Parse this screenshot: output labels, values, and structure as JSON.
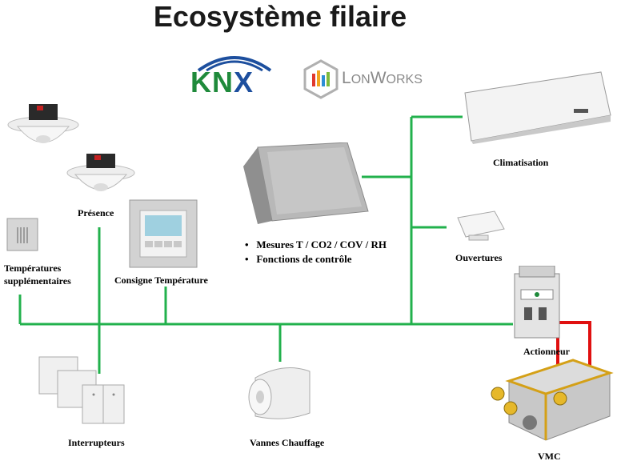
{
  "title": "Ecosystème filaire",
  "logos": {
    "knx": "KNX",
    "lonworks": "LonWorks"
  },
  "labels": {
    "presence": "Présence",
    "temperatures": "Températures supplémentaires",
    "temperatures_line1": "Températures",
    "temperatures_line2": "supplémentaires",
    "consigne": "Consigne Température",
    "climatisation": "Climatisation",
    "ouvertures": "Ouvertures",
    "actionneur": "Actionneur",
    "interrupteurs": "Interrupteurs",
    "vannes": "Vannes Chauffage",
    "vmc": "VMC"
  },
  "central_unit": {
    "bullets": [
      "Mesures T  / CO2 / COV / RH",
      "Fonctions de contrôle"
    ]
  },
  "colors": {
    "bus_wire": "#22b14c",
    "power_wire": "#e01010",
    "knx_green": "#1f8a3b",
    "knx_blue": "#1d4f9e"
  },
  "icons": {
    "presence_sensor": "ceiling-presence-sensor-icon",
    "temp_sensor": "wall-temperature-sensor-icon",
    "thermostat": "thermostat-icon",
    "central_unit": "central-unit-icon",
    "air_conditioner": "air-conditioner-icon",
    "opening_sensor": "window-contact-icon",
    "actuator": "din-actuator-icon",
    "switches": "wall-switch-icon",
    "valve": "heating-valve-icon",
    "vmc": "ventilation-unit-icon"
  }
}
